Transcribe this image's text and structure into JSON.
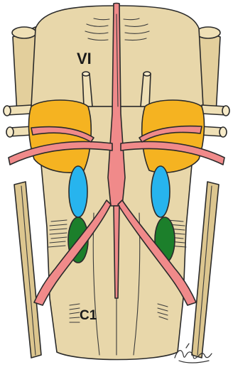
{
  "figure": {
    "labels": {
      "nerve_vi": "VI",
      "nerve_c1": "C1",
      "signature": "Fritz"
    },
    "colors": {
      "tissue": "#e8d7aa",
      "tissue_shadow": "#d9c592",
      "artery": "#f08a8a",
      "artery_light": "#f7b0b0",
      "olive": "#f5b321",
      "blue_structure": "#27b4ee",
      "green_structure": "#1c7f2b",
      "outline": "#2a2a2a"
    }
  }
}
